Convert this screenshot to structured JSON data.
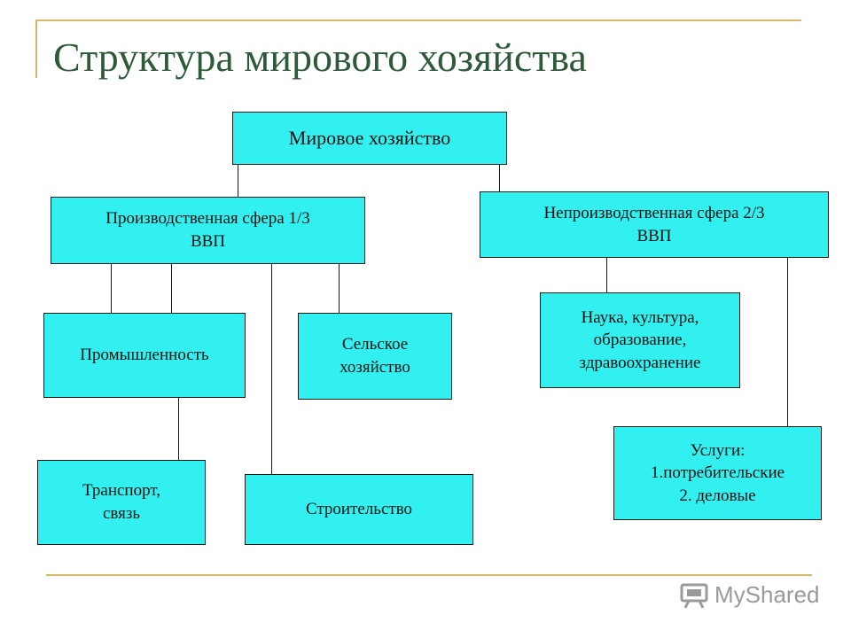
{
  "title": "Структура мирового хозяйства",
  "nodes": {
    "root": "Мировое хозяйство",
    "production": [
      "Производственная сфера 1/3",
      "ВВП"
    ],
    "nonproduction": [
      "Непроизводственная сфера 2/3",
      "ВВП"
    ],
    "industry": "Промышленность",
    "agriculture": [
      "Сельское",
      "хозяйство"
    ],
    "transport": [
      "Транспорт,",
      "связь"
    ],
    "construction": "Строительство",
    "science": [
      "Наука, культура,",
      "образование,",
      "здравоохранение"
    ],
    "services": [
      "Услуги:",
      "1.потребительские",
      "2. деловые"
    ]
  },
  "watermark": "MyShared",
  "colors": {
    "box_fill": "#33f0f0",
    "title": "#2e5a3a",
    "decor_line": "#d4b86a"
  }
}
